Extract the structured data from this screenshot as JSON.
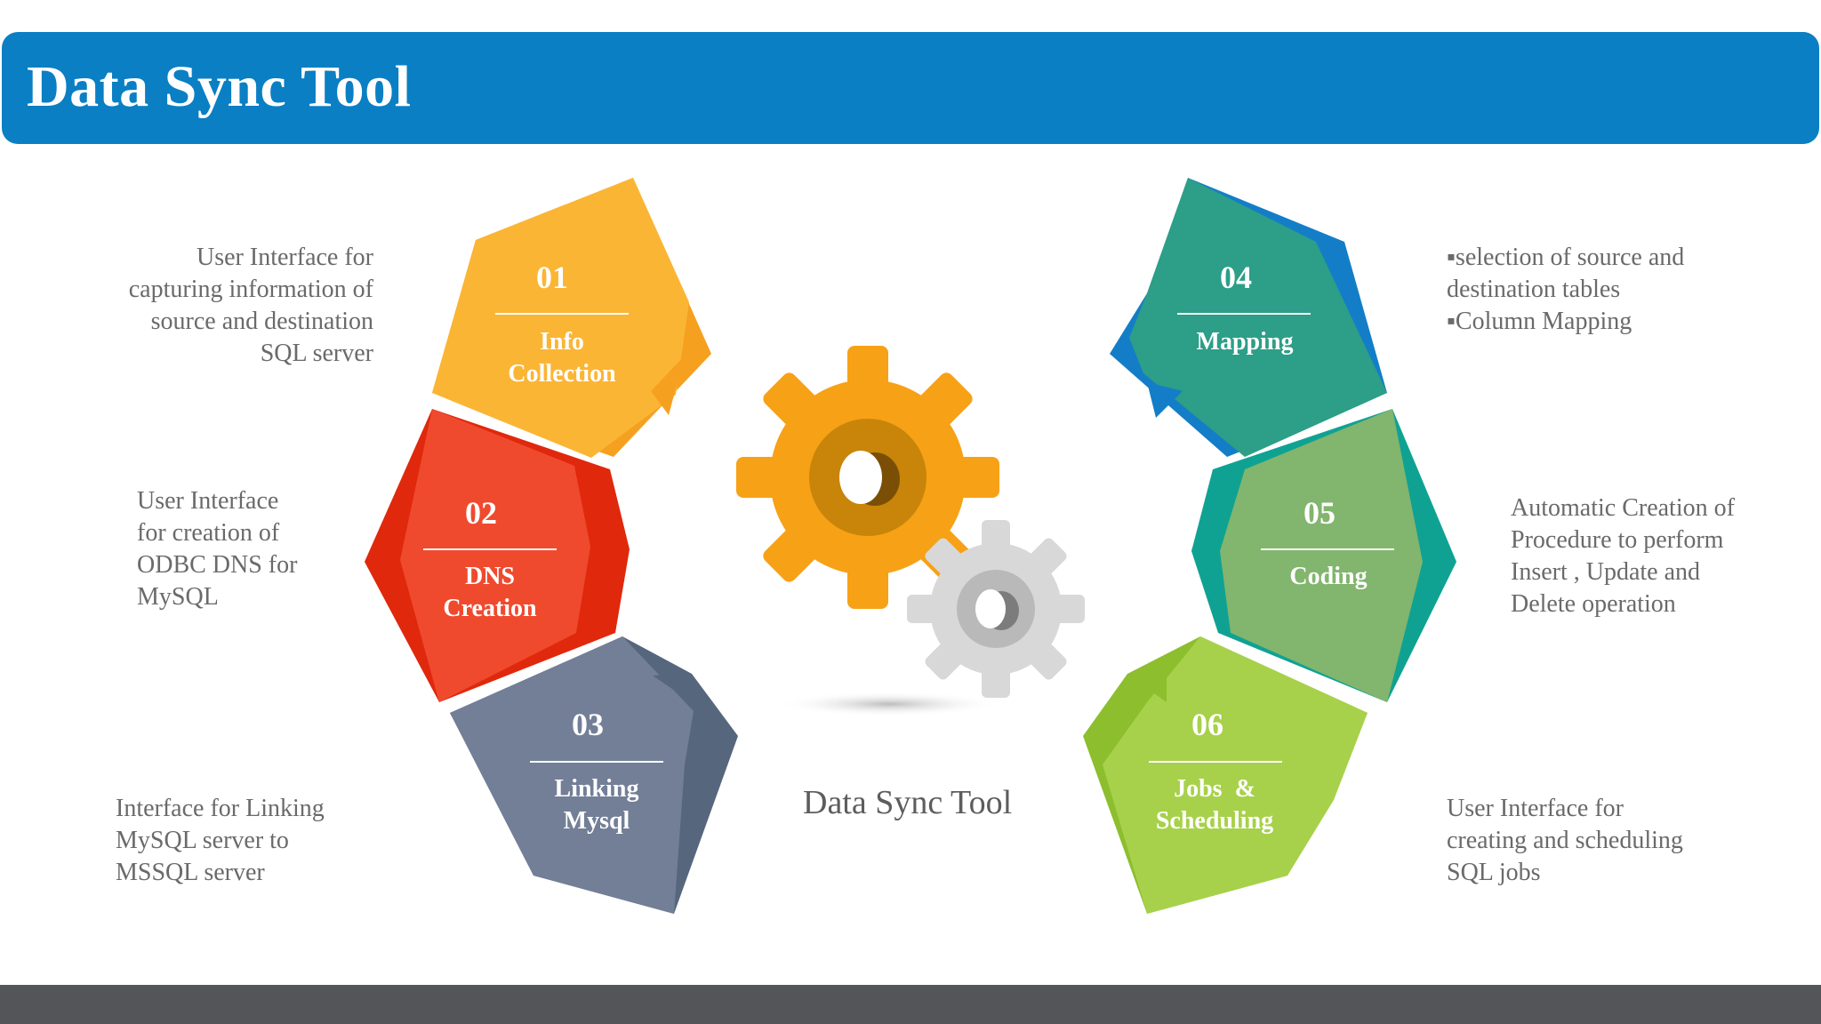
{
  "header": {
    "title": "Data Sync Tool"
  },
  "center_caption": "Data Sync Tool",
  "steps": [
    {
      "number": "01",
      "label_lines": [
        "Info",
        "Collection"
      ],
      "color": "#f8ab2a",
      "description": [
        "User Interface for",
        "capturing information of",
        "source and destination",
        "SQL server"
      ]
    },
    {
      "number": "02",
      "label_lines": [
        "DNS",
        "Creation"
      ],
      "color": "#ec4a2c",
      "description": [
        "User Interface",
        "for creation of",
        "ODBC DNS for",
        "MySQL"
      ]
    },
    {
      "number": "03",
      "label_lines": [
        "Linking",
        "Mysql"
      ],
      "color": "#6b7c96",
      "description": [
        "Interface for Linking",
        "MySQL server to",
        "MSSQL server"
      ]
    },
    {
      "number": "04",
      "label_lines": [
        "Mapping"
      ],
      "color": "#2b9e86",
      "description": [
        "▪selection of source and",
        "destination tables",
        "▪Column Mapping"
      ]
    },
    {
      "number": "05",
      "label_lines": [
        "Coding"
      ],
      "color": "#82b56d",
      "description": [
        "Automatic Creation of",
        "Procedure to perform",
        "Insert , Update and",
        "Delete operation"
      ]
    },
    {
      "number": "06",
      "label_lines": [
        "Jobs  &",
        "Scheduling"
      ],
      "color": "#a3cd45",
      "description": [
        "User Interface for",
        "creating and scheduling",
        "SQL jobs"
      ]
    }
  ]
}
